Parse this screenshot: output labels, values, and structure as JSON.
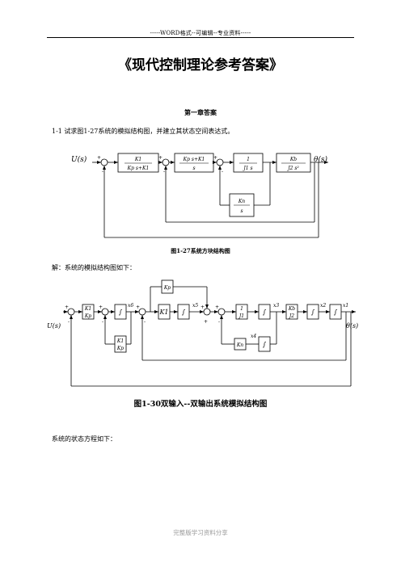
{
  "header": "-----WORD格式--可编辑--专业资料-----",
  "title": "《现代控制理论参考答案》",
  "chapter_title": "第一章答案",
  "problem": "1-1 试求图1-27系统的模拟结构图，并建立其状态空间表达式。",
  "figure1": {
    "caption": "图1-27系统方块结构图",
    "input": "U(s)",
    "output": "θ(s)",
    "block1": {
      "num": "K1",
      "den": "Kp s+K1"
    },
    "block2": {
      "num": "Kp s+K1",
      "den": "s"
    },
    "block3": {
      "num": "1",
      "den": "J1 s"
    },
    "block4": {
      "num": "Kb",
      "den": "J2 s²"
    },
    "feedback_block": {
      "num": "Kn",
      "den": "s"
    },
    "signs": [
      "+",
      "-",
      "+",
      "-",
      "+",
      "-"
    ]
  },
  "solution": "解：系统的模拟结构图如下：",
  "figure2": {
    "caption": "图1-30双输入--双输出系统模拟结构图",
    "input": "U(s)",
    "output": "θ(s)",
    "states": [
      "x6",
      "x5",
      "x3",
      "x2",
      "x1",
      "x4"
    ],
    "gain_top": "Kp",
    "gain_k1": "K1",
    "gain_first": {
      "num": "K1",
      "den": "Kp"
    },
    "gain_feedback": {
      "num": "K1",
      "den": "Kp"
    },
    "gain_j1": {
      "num": "1",
      "den": "J1"
    },
    "gain_j2": {
      "num": "Kb",
      "den": "J2"
    },
    "gain_kn": "Kn",
    "integral": "∫"
  },
  "state_equation_intro": "系统的状态方程如下：",
  "footer": "完整版学习资料分享"
}
